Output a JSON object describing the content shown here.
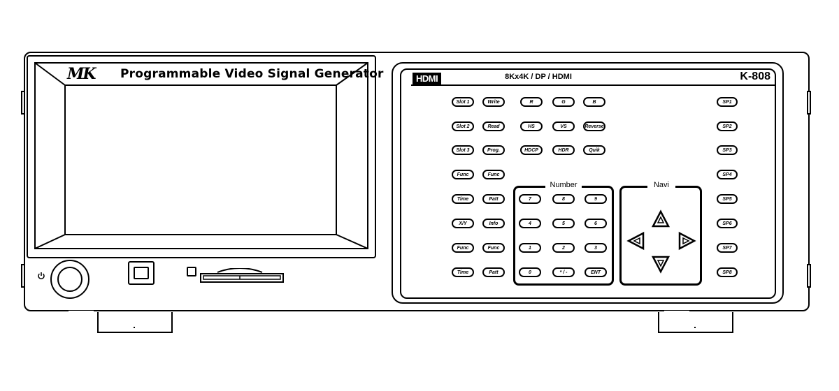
{
  "device": {
    "logo": "MK",
    "product_title": "Programmable Video Signal Generator",
    "panel_title": "8Kx4K / DP / HDMI",
    "model": "K-808",
    "hdmi_logo": "HDMI"
  },
  "left_keys": {
    "col1": [
      "Slot 1",
      "Slot 2",
      "Slot 3",
      "Func",
      "Time",
      "X/Y",
      "Func",
      "Time"
    ],
    "col2": [
      "Write",
      "Read",
      "Prog.",
      "Func",
      "Patt",
      "Info",
      "Func",
      "Patt"
    ]
  },
  "color_keys": {
    "row1": [
      "R",
      "G",
      "B"
    ],
    "row2": [
      "HS",
      "VS",
      "Reverse"
    ],
    "row3": [
      "HDCP",
      "HDR",
      "Quik"
    ]
  },
  "number_group": {
    "label": "Number",
    "keys": [
      "7",
      "8",
      "9",
      "4",
      "5",
      "6",
      "1",
      "2",
      "3",
      "0",
      "* / -",
      "ENT"
    ]
  },
  "navi_group": {
    "label": "Navi",
    "arrows": [
      "up",
      "left",
      "right",
      "down"
    ]
  },
  "fn_keys": [
    "SP1",
    "SP2",
    "SP3",
    "SP4",
    "SP5",
    "SP6",
    "SP7",
    "SP8"
  ]
}
